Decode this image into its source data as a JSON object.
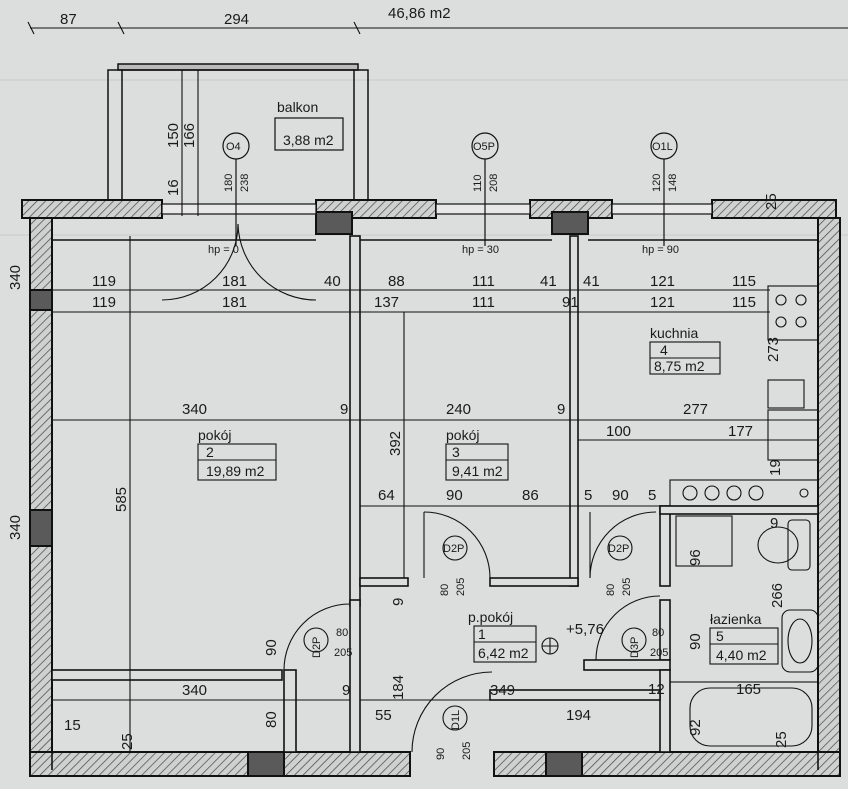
{
  "top_dims": {
    "a": "87",
    "b": "294",
    "total": "46,86 m2"
  },
  "rooms": {
    "balkon": {
      "name": "balkon",
      "area": "3,88 m2"
    },
    "r1": {
      "name": "p.pokój",
      "num": "1",
      "area": "6,42 m2"
    },
    "r2": {
      "name": "pokój",
      "num": "2",
      "area": "19,89 m2"
    },
    "r3": {
      "name": "pokój",
      "num": "3",
      "area": "9,41 m2"
    },
    "r4": {
      "name": "kuchnia",
      "num": "4",
      "area": "8,75 m2"
    },
    "r5": {
      "name": "łazienka",
      "num": "5",
      "area": "4,40 m2"
    }
  },
  "windows": [
    {
      "code": "O4",
      "w": "180",
      "h": "238",
      "hp": "hp = 0"
    },
    {
      "code": "O5P",
      "w": "110",
      "h": "208",
      "hp": "hp = 30"
    },
    {
      "code": "O1L",
      "w": "120",
      "h": "148",
      "hp": "hp = 90"
    }
  ],
  "doors": [
    {
      "code": "D2P",
      "w": "80",
      "h": "205"
    },
    {
      "code": "D2P",
      "w": "80",
      "h": "205"
    },
    {
      "code": "D2P",
      "w": "80",
      "h": "205"
    },
    {
      "code": "D3P",
      "w": "80",
      "h": "205"
    },
    {
      "code": "D1L",
      "w": "90",
      "h": "205"
    }
  ],
  "row1": [
    "119",
    "181",
    "40",
    "88",
    "111",
    "41",
    "41",
    "121",
    "115"
  ],
  "row2": [
    "119",
    "181",
    "137",
    "111",
    "91",
    "121",
    "115"
  ],
  "row3": [
    "340",
    "9",
    "240",
    "9",
    "277"
  ],
  "misc": {
    "d150": "150",
    "d166": "166",
    "d16": "16",
    "d585": "585",
    "d392": "392",
    "d100": "100",
    "d177": "177",
    "d273": "273",
    "d19": "19",
    "d64": "64",
    "d90a": "90",
    "d86": "86",
    "d5a": "5",
    "d90b": "90",
    "d5b": "5",
    "d96": "96",
    "d9a": "9",
    "d266": "266",
    "d9b": "9",
    "d90c": "90",
    "d90d": "90",
    "d340b": "340",
    "d9c": "9",
    "d349": "349",
    "d12": "12",
    "d165": "165",
    "d184": "184",
    "d80": "80",
    "d55": "55",
    "d194": "194",
    "d92": "92",
    "d15": "15",
    "d25a": "25",
    "d25b": "25",
    "d25c": "25",
    "elev": "+5,76",
    "left340": "340",
    "left340b": "340"
  }
}
